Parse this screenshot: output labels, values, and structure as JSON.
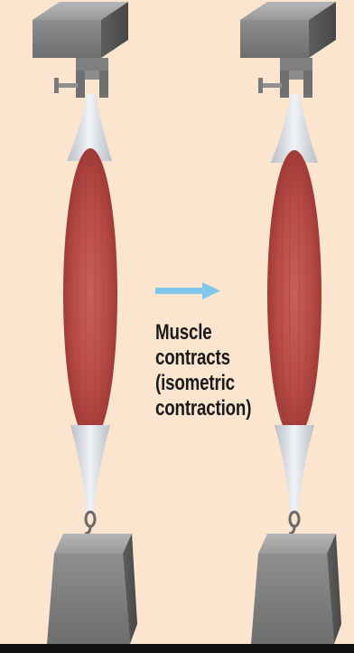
{
  "caption": {
    "lines": [
      "Muscle",
      "contracts",
      "(isometric",
      "contraction)"
    ]
  },
  "arrow": {
    "color": "#7ec6ea"
  },
  "colors": {
    "background": "#fbe5cf",
    "muscle": "#b84a45",
    "metal": "#8a8a8a",
    "tendon": "#d9dde4"
  }
}
